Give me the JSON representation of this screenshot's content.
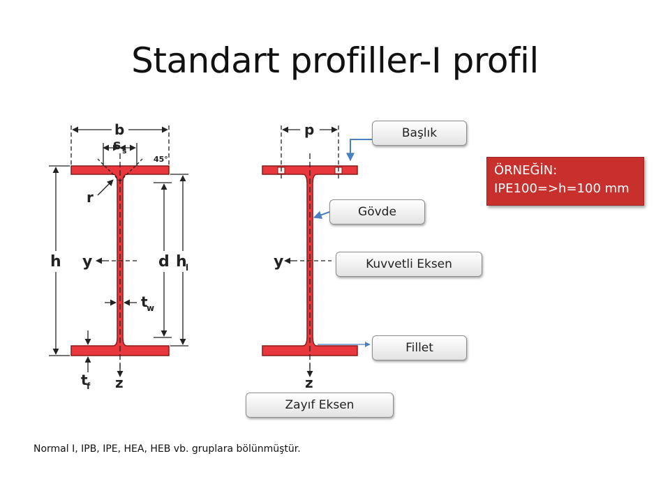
{
  "title": "Standart profiller-I profil",
  "left_labels": {
    "b": "b",
    "s": "s",
    "s_sub": "s",
    "angle": "45°",
    "r": "r",
    "h": "h",
    "y": "y",
    "d": "d",
    "h1": "h",
    "h1_sub": "l",
    "t": "t",
    "tw_sub": "w",
    "tf_sub": "f",
    "z": "z"
  },
  "right_labels": {
    "p": "p",
    "y": "y",
    "z": "z"
  },
  "callouts": {
    "baslik": "Başlık",
    "govde": "Gövde",
    "kuvvetli_eksen": "Kuvvetli Eksen",
    "fillet": "Fillet",
    "zayif_eksen": "Zayıf Eksen"
  },
  "example": {
    "line1": "ÖRNEĞİN:",
    "line2": "IPE100=>h=100 mm"
  },
  "footer": "Normal I, IPB, IPE, HEA, HEB vb. gruplara bölünmüştür.",
  "colors": {
    "steel": "#e8383d",
    "steel_outline": "#8a1a1c",
    "arrow_blue": "#4a7fc1",
    "example_bg": "#c7302c"
  }
}
